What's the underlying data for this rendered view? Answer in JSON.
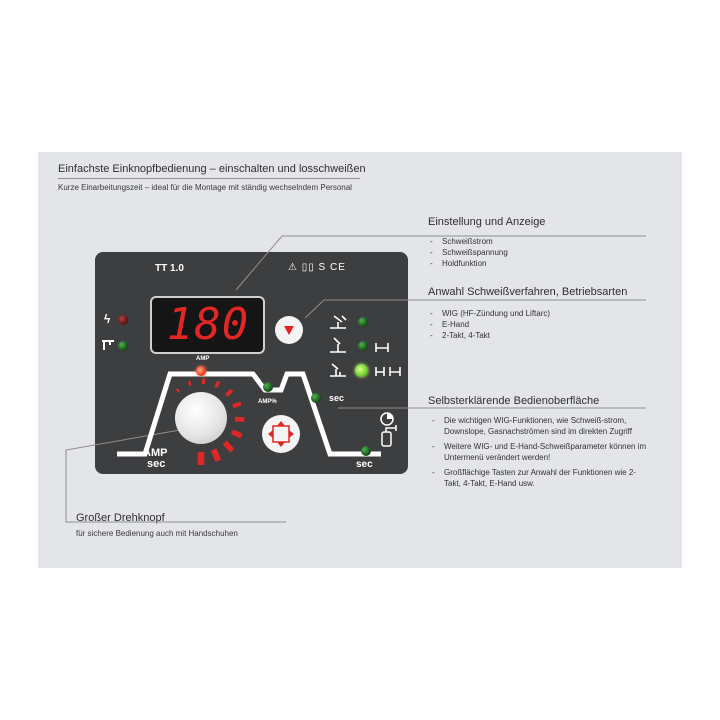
{
  "header": {
    "title": "Einfachste Einknopfbedienung – einschalten und losschweißen",
    "subtitle": "Kurze Einarbeitungszeit – ideal für die Montage mit ständig wechselndem Personal"
  },
  "sections": {
    "einstellung": {
      "title": "Einstellung und Anzeige",
      "items": [
        "Schweißstrom",
        "Schweißspannung",
        "Holdfunktion"
      ]
    },
    "anwahl": {
      "title": "Anwahl Schweißverfahren, Betriebsarten",
      "items": [
        "WIG (HF-Zündung und Liftarc)",
        "E-Hand",
        "2-Takt, 4-Takt"
      ]
    },
    "bedienoberflaeche": {
      "title": "Selbsterklärende Bedienoberfläche",
      "items": [
        "Die wichtigen WIG-Funktionen, wie Schweiß-strom, Downslope, Gasnachströmen sind im direkten Zugriff",
        "Weitere WIG- und E-Hand-Schweißparameter können im Untermenü verändert werden!",
        "Großflächige Tasten zur Anwahl der Funktionen wie 2-Takt, 4-Takt, E-Hand usw."
      ]
    },
    "drehknopf": {
      "title": "Großer Drehknopf",
      "subtitle": "für sichere Bedienung auch mit Handschuhen"
    }
  },
  "device": {
    "model": "TT 1.0",
    "display_value": "180",
    "labels": {
      "amp_top": "AMP",
      "amp_percent": "AMP%",
      "sec_mid": "sec",
      "sec_bottom": "sec",
      "amp_knob": "AMP",
      "sec_knob": "sec"
    },
    "cert_marks": "⚠ ▯▯ S CE"
  },
  "colors": {
    "panel_background": "#e3e5e8",
    "device_body": "#3d3e40",
    "display_digits": "#e12626",
    "led_green": "#4fb44f",
    "led_red": "#ef3d16"
  }
}
